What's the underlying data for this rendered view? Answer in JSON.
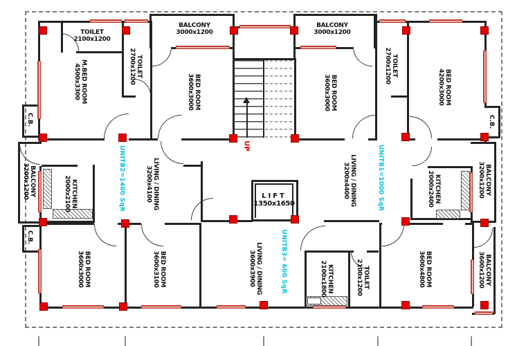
{
  "colors": {
    "wall": "#232323",
    "column_red": "#e80000",
    "unit_text_cyan": "#00c3d6",
    "up_red": "#e00000"
  },
  "rooms": [
    {
      "id": "toilet-top-left",
      "name": "TOILET",
      "dims": "2100x1200"
    },
    {
      "id": "master-bedroom",
      "name": "M.BED ROOM",
      "dims": "4500x3300"
    },
    {
      "id": "toilet-left",
      "name": "TOILET",
      "dims": "2700x1200"
    },
    {
      "id": "balcony-top-left",
      "name": "BALCONY",
      "dims": "3000x1200"
    },
    {
      "id": "bedroom-top-left",
      "name": "BED ROOM",
      "dims": "3600x3000"
    },
    {
      "id": "balcony-top-right",
      "name": "BALCONY",
      "dims": "3000x1200"
    },
    {
      "id": "bedroom-top-right",
      "name": "BED ROOM",
      "dims": "3600x3000"
    },
    {
      "id": "toilet-right",
      "name": "TOILET",
      "dims": "2700x1200"
    },
    {
      "id": "bedroom-far-right",
      "name": "BED ROOM",
      "dims": "4200x3000"
    },
    {
      "id": "balcony-left",
      "name": "BALCONY",
      "dims": "3200x1200"
    },
    {
      "id": "kitchen-left",
      "name": "KITCHEN",
      "dims": "2000x2100"
    },
    {
      "id": "living-left",
      "name": "LIVING / DINING",
      "dims": "3200x4100"
    },
    {
      "id": "lift",
      "name": "LIFT",
      "dims": "1350x1650"
    },
    {
      "id": "living-right",
      "name": "LIVING / DINING",
      "dims": "3200x4400"
    },
    {
      "id": "kitchen-right",
      "name": "KITCHEN",
      "dims": "2000x2400"
    },
    {
      "id": "balcony-right",
      "name": "BALCONY",
      "dims": "3200x1200"
    },
    {
      "id": "bedroom-bottom-left",
      "name": "BED ROOM",
      "dims": "3600x3000"
    },
    {
      "id": "bedroom-bottom-2",
      "name": "BED ROOM",
      "dims": "3600x3100"
    },
    {
      "id": "living-bottom",
      "name": "LIVING / DINING",
      "dims": "3600x3900"
    },
    {
      "id": "kitchen-bottom",
      "name": "KITCHEN",
      "dims": "2100x1800"
    },
    {
      "id": "toilet-bottom",
      "name": "TOILET",
      "dims": "2100x1200"
    },
    {
      "id": "bedroom-bottom-right",
      "name": "BED ROOM",
      "dims": "3600x4800"
    },
    {
      "id": "balcony-bottom-right",
      "name": "BALCONY",
      "dims": "3600x1200"
    }
  ],
  "units": [
    {
      "id": "unit-b2",
      "label": "UNITB2=1400 SqR"
    },
    {
      "id": "unit-b1",
      "label": "UNITB1=1000 SqR"
    },
    {
      "id": "unit-b3",
      "label": "UNITB3= 600 SqR"
    }
  ],
  "annotations": {
    "up": "UP",
    "cb": "C.B."
  }
}
